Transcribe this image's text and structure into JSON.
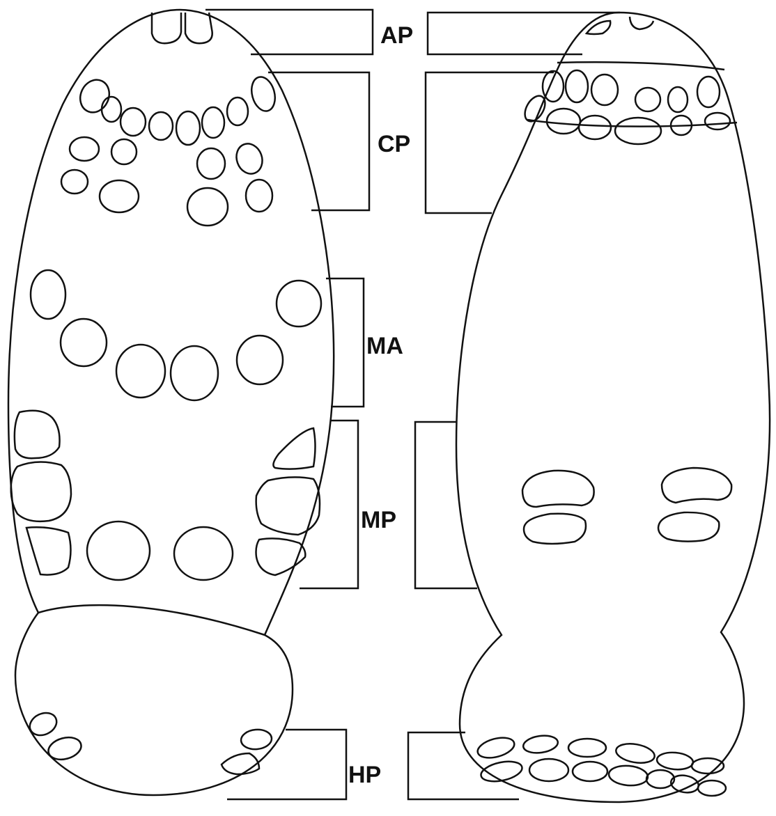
{
  "diagram": {
    "labels": {
      "ap": "AP",
      "cp": "CP",
      "ma": "MA",
      "mp": "MP",
      "hp": "HP"
    },
    "colors": {
      "stroke": "#111111",
      "background": "#ffffff"
    }
  }
}
